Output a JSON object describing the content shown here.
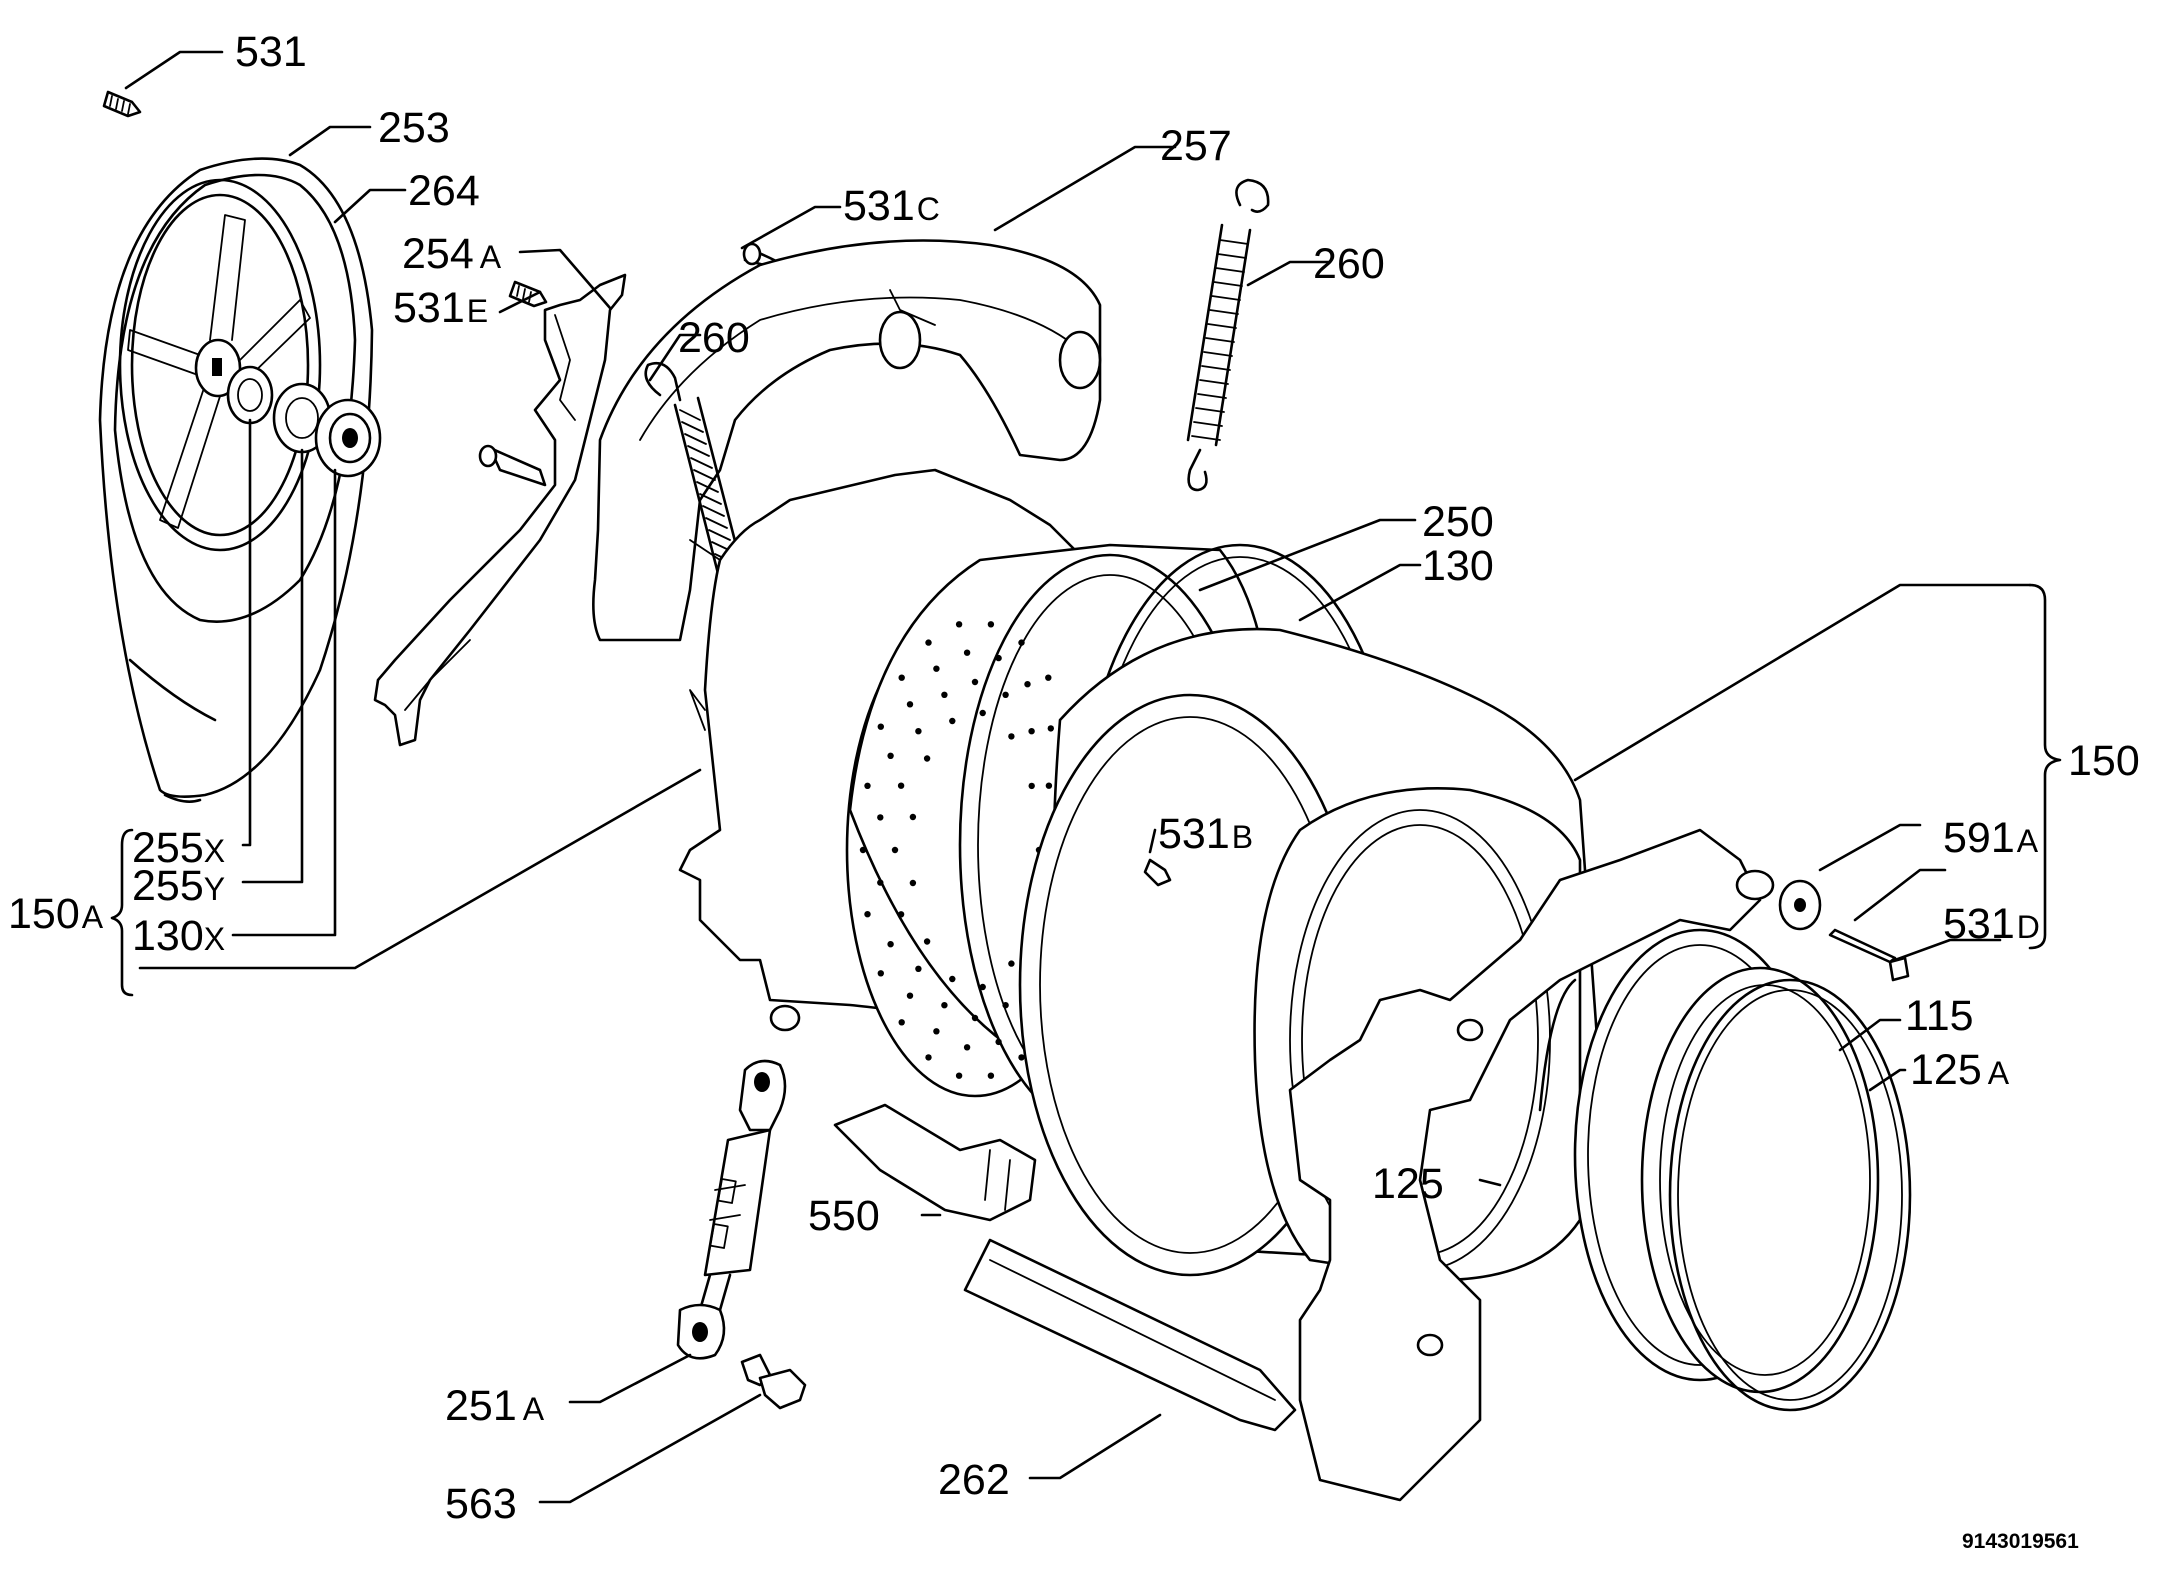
{
  "labels": {
    "p531": {
      "num": "531",
      "suffix": ""
    },
    "p253": {
      "num": "253",
      "suffix": ""
    },
    "p264": {
      "num": "264",
      "suffix": ""
    },
    "p254a": {
      "num": "254",
      "suffix": "A"
    },
    "p531e": {
      "num": "531",
      "suffix": "E"
    },
    "p531c": {
      "num": "531",
      "suffix": "C"
    },
    "p257": {
      "num": "257",
      "suffix": ""
    },
    "p260a": {
      "num": "260",
      "suffix": ""
    },
    "p260b": {
      "num": "260",
      "suffix": ""
    },
    "p250": {
      "num": "250",
      "suffix": ""
    },
    "p130": {
      "num": "130",
      "suffix": ""
    },
    "p150": {
      "num": "150",
      "suffix": ""
    },
    "p591a": {
      "num": "591",
      "suffix": "A"
    },
    "p531d": {
      "num": "531",
      "suffix": "D"
    },
    "p115": {
      "num": "115",
      "suffix": ""
    },
    "p125a": {
      "num": "125",
      "suffix": "A"
    },
    "p125": {
      "num": "125",
      "suffix": ""
    },
    "p531b": {
      "num": "531",
      "suffix": "B"
    },
    "p255x": {
      "num": "255",
      "suffix": "X"
    },
    "p255y": {
      "num": "255",
      "suffix": "Y"
    },
    "p130x": {
      "num": "130",
      "suffix": "X"
    },
    "p150a": {
      "num": "150",
      "suffix": "A"
    },
    "p550": {
      "num": "550",
      "suffix": ""
    },
    "p251a": {
      "num": "251",
      "suffix": "A"
    },
    "p563": {
      "num": "563",
      "suffix": ""
    },
    "p262": {
      "num": "262",
      "suffix": ""
    }
  },
  "drawing_code": "9143019561"
}
